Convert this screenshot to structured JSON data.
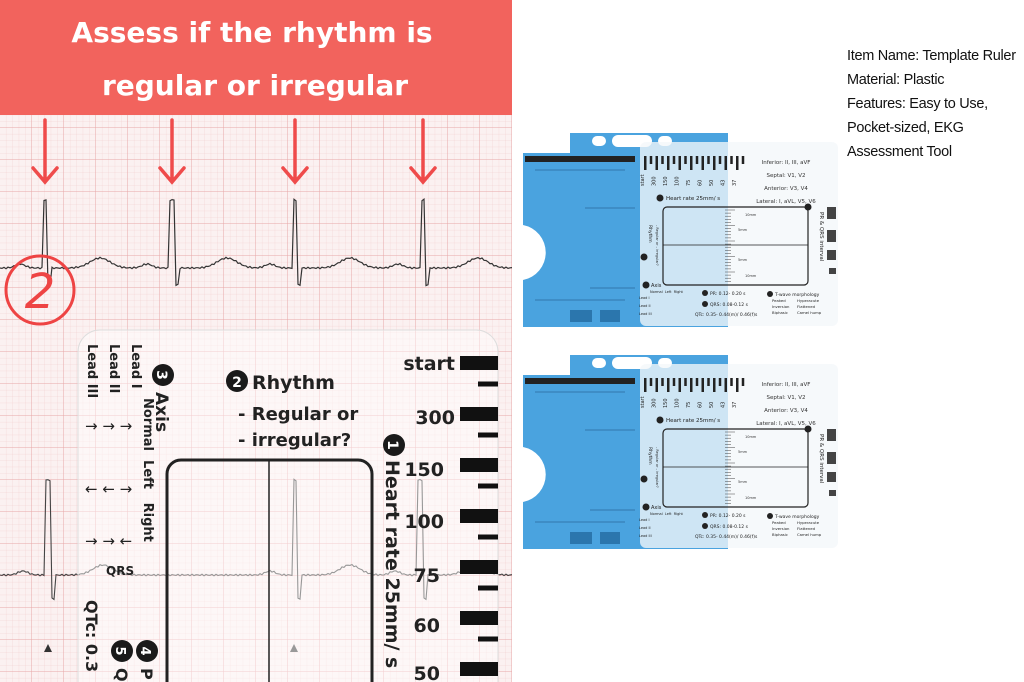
{
  "banner": {
    "line1": "Assess if the rhythm is",
    "line2": "regular or irregular",
    "color": "#f2635d"
  },
  "step_marker": "2",
  "ruler_closeup": {
    "heart_rate_badge": "1",
    "heart_rate_label": "Heart rate 25mm/ s",
    "rate_labels": [
      "start",
      "300",
      "150",
      "100",
      "75",
      "60",
      "50"
    ],
    "rhythm_badge": "2",
    "rhythm_title": "Rhythm",
    "rhythm_line1": "- Regular or",
    "rhythm_line2": "- irregular?",
    "axis_badge": "3",
    "axis_title": "Axis",
    "axis_columns": "Normal  Left   Right",
    "leads": [
      "Lead I",
      "Lead II",
      "Lead III"
    ],
    "qrs_label": "QRS",
    "qtc_label": "QTc: 0.3",
    "badge_4": "4",
    "badge_5": "5",
    "badge_4_text": "P",
    "badge_5_text": "Q"
  },
  "product_card": {
    "holder_color": "#4aa3df",
    "leads_info": [
      "Inferior: II, III, aVF",
      "Septal: V1, V2",
      "Anterior: V3, V4",
      "Lateral: I, aVL, V5, V6"
    ],
    "rate_labels": [
      "start",
      "300",
      "150",
      "100",
      "75",
      "60",
      "50",
      "43",
      "37"
    ],
    "heart_rate_label": "Heart rate 25mm/ s",
    "rhythm_label": "Rhythm",
    "rhythm_sub": "- Regular or - irregular?",
    "box_marks": [
      "10mm",
      "5mm",
      "5mm",
      "10mm"
    ],
    "interval_label": "PR & QRS interval",
    "axis_label": "Axis",
    "axis_columns": "Normal  Left  Right",
    "leads": [
      "Lead I",
      "Lead II",
      "Lead III"
    ],
    "pr": "PR: 0.12- 0.20 s",
    "qrs": "QRS: 0.08-0.12 s",
    "qtc": "QTc: 0.35- 0.44(m)/ 0.46(f)s",
    "twave_title": "T-wave morphology",
    "twave_items": [
      "Peaked",
      "Hyperacute",
      "Inversion",
      "Flattened",
      "Biphasic",
      "Camel hump"
    ]
  },
  "product_info": {
    "lines": [
      "Item Name: Template Ruler",
      "Material: Plastic",
      "Features: Easy to Use,",
      "Pocket-sized, EKG",
      "Assessment Tool"
    ]
  }
}
